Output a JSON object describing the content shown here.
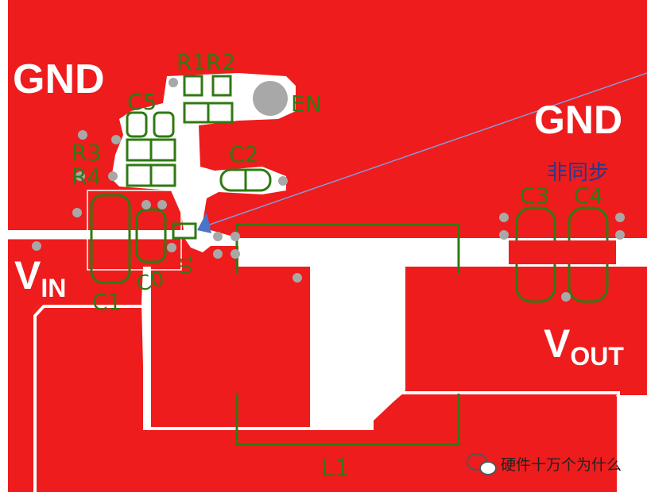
{
  "labels": {
    "gnd_left": "GND",
    "gnd_right": "GND",
    "vin_main": "V",
    "vin_sub": "IN",
    "vout_main": "V",
    "vout_sub": "OUT",
    "r1r2": "R1R2",
    "c5": "C5",
    "en": "EN",
    "r3": "R3",
    "r4": "R4",
    "c2": "C2",
    "c3": "C3",
    "c4": "C4",
    "c1": "C1",
    "c0": "C0",
    "u1": "U1",
    "l1": "L1",
    "annotation": "非同步"
  },
  "watermark": {
    "text": "硬件十万个为什么",
    "icon": "wechat-icon"
  },
  "colors": {
    "copper": "#ee1c1c",
    "board_white": "#ffffff",
    "silkscreen": "#2f7a12",
    "via": "#a8a8a8",
    "annotation": "#243a8c"
  }
}
